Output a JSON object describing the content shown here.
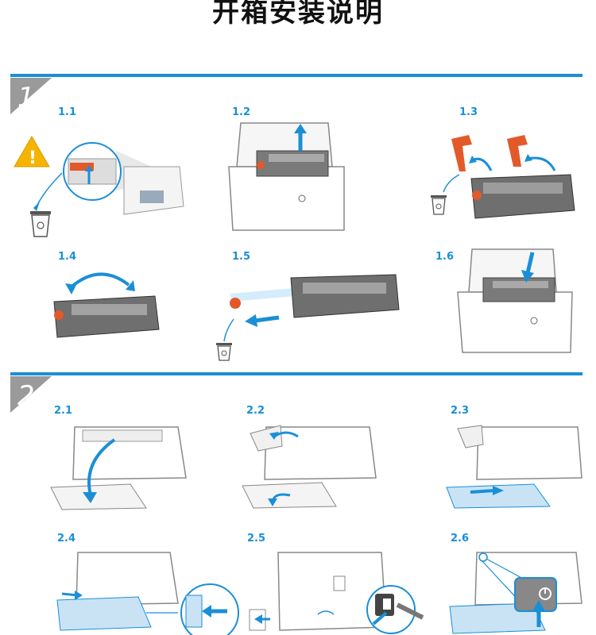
{
  "title": "开箱安装说明",
  "sections": [
    {
      "number": "1",
      "steps": [
        "1.1",
        "1.2",
        "1.3",
        "1.4",
        "1.5",
        "1.6"
      ]
    },
    {
      "number": "2",
      "steps": [
        "2.1",
        "2.2",
        "2.3",
        "2.4",
        "2.5",
        "2.6"
      ]
    }
  ],
  "icons": {
    "warning": "warning-icon",
    "trash": "recycle-bin-icon",
    "power": "power-icon",
    "brand": "hp-logo-icon"
  },
  "colors": {
    "accent": "#1a8fd6",
    "warning": "#f5b400",
    "orange": "#e2592a",
    "paper": "#c9e3f5"
  }
}
